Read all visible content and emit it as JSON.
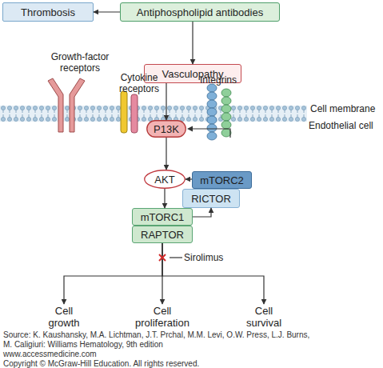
{
  "diagram": {
    "nodes": [
      {
        "text": [
          "Thrombosis"
        ]
      },
      {
        "text": [
          "Antiphospholipid antibodies"
        ]
      },
      {
        "text": [
          "Vasculopathy"
        ]
      },
      {
        "text": [
          "P13K"
        ]
      },
      {
        "text": [
          "AKT"
        ]
      },
      {
        "text": [
          "mTORC2"
        ]
      },
      {
        "text": [
          "RICTOR"
        ]
      },
      {
        "text": [
          "mTORC1"
        ]
      },
      {
        "text": [
          "RAPTOR"
        ]
      },
      {
        "text": [
          "Cell growth"
        ]
      },
      {
        "text": [
          "Cell proliferation"
        ]
      },
      {
        "text": [
          "Cell survival"
        ]
      }
    ],
    "edges": [
      {
        "from": 1,
        "to": 0,
        "arrow": "to"
      },
      {
        "from": 1,
        "to": 2,
        "arrow": "to"
      },
      {
        "from": 2,
        "to": 3,
        "arrow": "to"
      },
      {
        "from": 3,
        "to": 4,
        "arrow": "to"
      },
      {
        "from": 5,
        "to": 4,
        "arrow": "to"
      },
      {
        "from": 4,
        "to": 7,
        "arrow": "to"
      },
      {
        "from": 7,
        "to": 6,
        "arrow": "to"
      },
      {
        "from": 8,
        "to": 9,
        "arrow": "to"
      },
      {
        "from": 8,
        "to": 10,
        "arrow": "to"
      },
      {
        "from": 8,
        "to": 11,
        "arrow": "to"
      }
    ],
    "labels": [
      "Growth-factor receptors",
      "Cytokine receptors",
      "Integrins",
      "Cell membrane",
      "Endothelial cell",
      "Sirolimus",
      "Source: K. Kaushansky, M.A. Lichtman, J.T. Prchal, M.M. Levi, O.W. Press, L.J. Burns,",
      "M. Caligiuri: Williams Hematology, 9th edition",
      "www.accessmedicine.com",
      "Copyright © McGraw-Hill Education.  All rights reserved."
    ]
  }
}
